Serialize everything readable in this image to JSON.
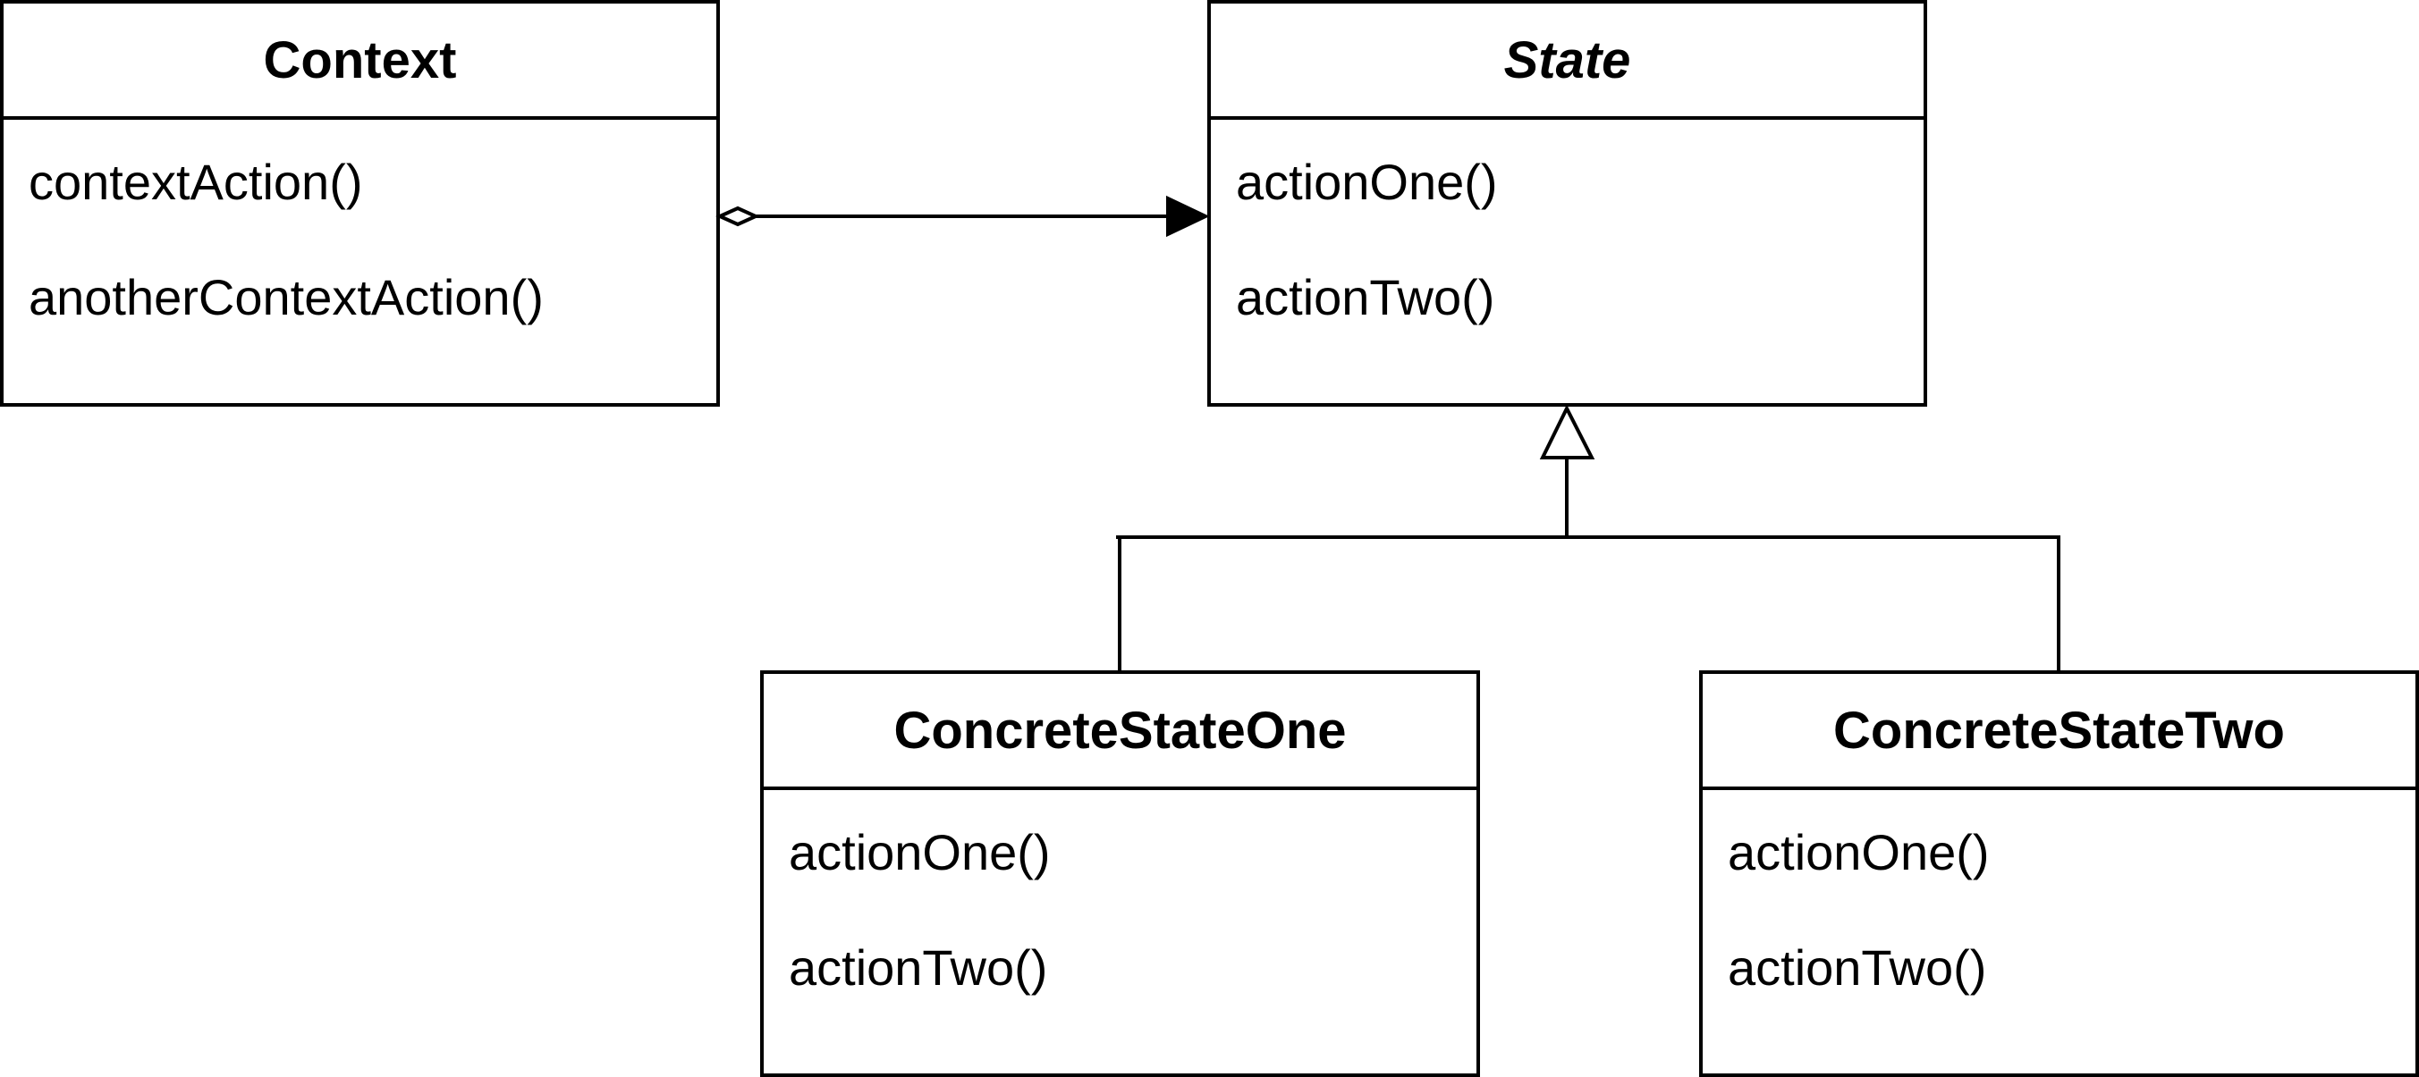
{
  "classes": {
    "context": {
      "name": "Context",
      "methods": [
        "contextAction()",
        "anotherContextAction()"
      ]
    },
    "state": {
      "name": "State",
      "abstract": true,
      "methods": [
        "actionOne()",
        "actionTwo()"
      ]
    },
    "concrete_one": {
      "name": "ConcreteStateOne",
      "methods": [
        "actionOne()",
        "actionTwo()"
      ]
    },
    "concrete_two": {
      "name": "ConcreteStateTwo",
      "methods": [
        "actionOne()",
        "actionTwo()"
      ]
    }
  },
  "relations": [
    {
      "type": "aggregation-association",
      "from": "Context",
      "to": "State"
    },
    {
      "type": "generalization",
      "from": "ConcreteStateOne",
      "to": "State"
    },
    {
      "type": "generalization",
      "from": "ConcreteStateTwo",
      "to": "State"
    }
  ],
  "colors": {
    "stroke": "#000000",
    "fill": "#ffffff"
  }
}
